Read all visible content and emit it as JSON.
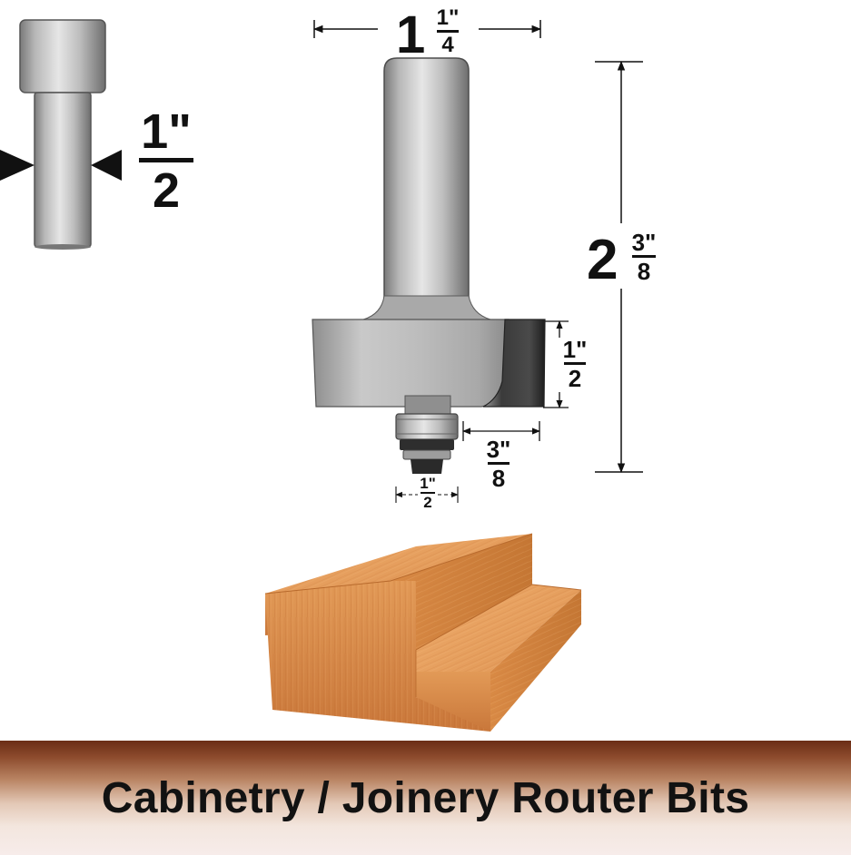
{
  "banner": {
    "title": "Cabinetry / Joinery Router Bits"
  },
  "dimensions": {
    "shank_diameter": {
      "numerator": "1\"",
      "denominator": "2"
    },
    "cutter_diameter": {
      "whole": "1",
      "numerator": "1\"",
      "denominator": "4"
    },
    "overall_length": {
      "whole": "2",
      "numerator": "3\"",
      "denominator": "8"
    },
    "cutting_length": {
      "numerator": "1\"",
      "denominator": "2"
    },
    "rabbet_depth": {
      "numerator": "3\"",
      "denominator": "8"
    },
    "bearing_diameter": {
      "numerator": "1\"",
      "denominator": "2"
    }
  },
  "colors": {
    "steel_light": "#d9d9d9",
    "steel_dark": "#6f6f6f",
    "carbide_dark": "#2c2c2c",
    "wood_face": "#d98a45",
    "wood_top": "#e7a160",
    "banner_dark": "#6b2d16",
    "text": "#111111"
  }
}
